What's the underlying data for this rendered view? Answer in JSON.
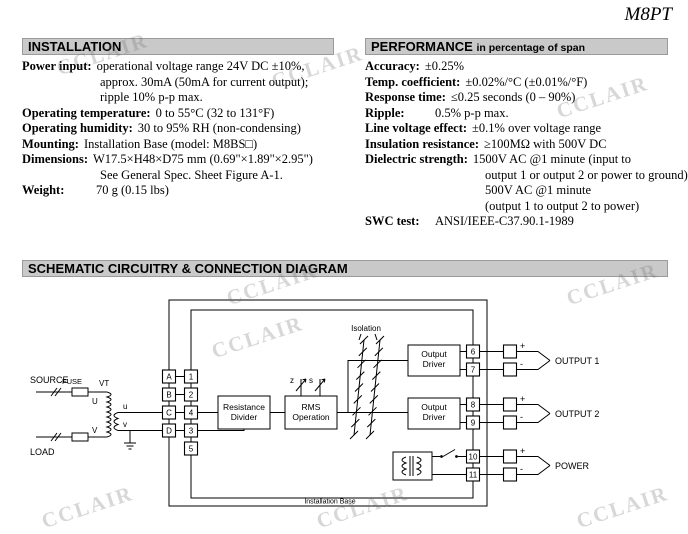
{
  "page": {
    "model": "M8PT",
    "watermark": "CCLAIR"
  },
  "installation": {
    "title": "INSTALLATION",
    "items": [
      {
        "label": "Power input:",
        "text": "operational voltage range 24V DC ±10%,",
        "cont": [
          "approx. 30mA (50mA for current output);",
          "ripple 10% p-p max."
        ]
      },
      {
        "label": "Operating temperature:",
        "text": "0 to 55°C (32 to 131°F)"
      },
      {
        "label": "Operating humidity:",
        "text": "30 to 95% RH (non-condensing)"
      },
      {
        "label": "Mounting:",
        "text": "Installation Base (model: M8BS□)"
      },
      {
        "label": "Dimensions:",
        "text": "W17.5×H48×D75 mm (0.69\"×1.89\"×2.95\")",
        "cont": [
          "See General Spec. Sheet Figure A-1."
        ]
      },
      {
        "label": "Weight:",
        "text": "70 g (0.15 lbs)"
      }
    ]
  },
  "performance": {
    "title": "PERFORMANCE",
    "subtitle": "in percentage of span",
    "items": [
      {
        "label": "Accuracy:",
        "text": "±0.25%"
      },
      {
        "label": "Temp. coefficient:",
        "text": "±0.02%/°C (±0.01%/°F)"
      },
      {
        "label": "Response time:",
        "text": "≤0.25 seconds (0 – 90%)"
      },
      {
        "label": "Ripple:",
        "text": "0.5% p-p max."
      },
      {
        "label": "Line voltage effect:",
        "text": "±0.1% over voltage range"
      },
      {
        "label": "Insulation resistance:",
        "text": "≥100MΩ with 500V DC"
      },
      {
        "label": "Dielectric strength:",
        "text": "1500V AC @1 minute (input to",
        "cont": [
          "output 1 or output 2 or power to ground)",
          "500V AC @1 minute",
          "(output 1 to output 2 to power)"
        ]
      },
      {
        "label": "SWC test:",
        "text": "ANSI/IEEE-C37.90.1-1989"
      }
    ]
  },
  "schematic": {
    "title": "SCHEMATIC CIRCUITRY & CONNECTION DIAGRAM",
    "diagram": {
      "source": "SOURCE",
      "load": "LOAD",
      "fuse": "FUSE",
      "vt": "VT",
      "u_primary": "U",
      "u_secondary": "u",
      "v_primary": "V",
      "v_secondary": "v",
      "letters": [
        "A",
        "B",
        "C",
        "D"
      ],
      "numbers": [
        "1",
        "2",
        "4",
        "3",
        "5"
      ],
      "right_numbers": [
        "6",
        "7",
        "8",
        "9",
        "10",
        "11"
      ],
      "resistance_divider": {
        "line1": "Resistance",
        "line2": "Divider"
      },
      "rms": {
        "line1": "RMS",
        "line2": "Operation"
      },
      "trim_z": "z",
      "trim_s": "s",
      "isolation": "Isolation",
      "output_driver": {
        "line1": "Output",
        "line2": "Driver"
      },
      "plus": "+",
      "minus": "-",
      "output1": "OUTPUT 1",
      "output2": "OUTPUT 2",
      "power": "POWER",
      "installation_base": "Installation Base"
    }
  }
}
